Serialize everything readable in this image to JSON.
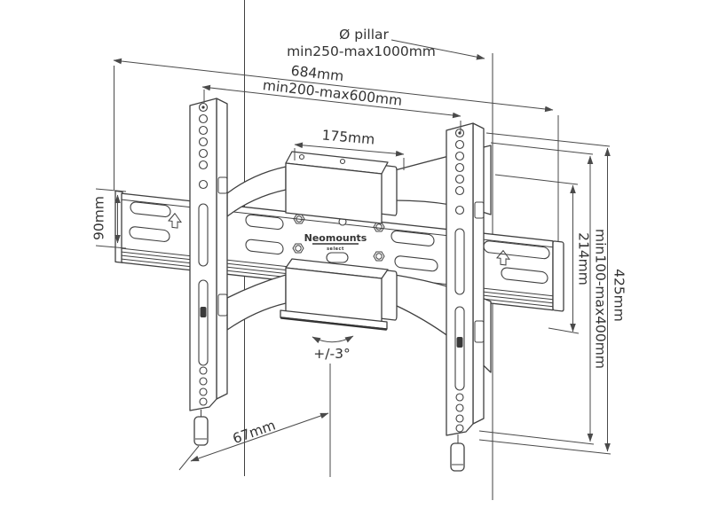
{
  "diagram": {
    "brand": {
      "name": "Neomounts",
      "subtext": "select"
    },
    "labels": {
      "pillar_diameter_title": "Ø pillar",
      "pillar_diameter_range": "min250-max1000mm",
      "overall_width": "684mm",
      "mount_width_range": "min200-max600mm",
      "clamp_width": "175mm",
      "rail_height": "90mm",
      "inner_height": "214mm",
      "vesa_height_range": "min100-max400mm",
      "overall_height": "425mm",
      "depth_offset": "67mm",
      "tilt_range": "+/-3°"
    }
  }
}
